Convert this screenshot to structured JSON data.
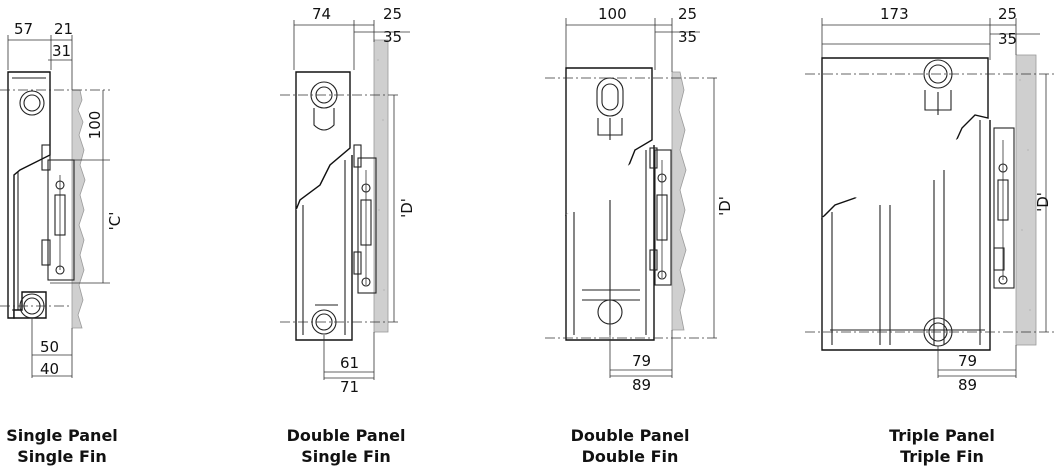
{
  "diagrams": [
    {
      "caption_line1": "Single Panel",
      "caption_line2": "Single Fin",
      "dims": {
        "top_a": "57",
        "top_b": "21",
        "top_c": "31",
        "side": "100",
        "side_c": "'C'",
        "bottom_a": "50",
        "bottom_b": "40"
      }
    },
    {
      "caption_line1": "Double Panel",
      "caption_line2": "Single Fin",
      "dims": {
        "top_a": "74",
        "top_b": "25",
        "top_c": "35",
        "side_d": "'D'",
        "bottom_a": "61",
        "bottom_b": "71"
      }
    },
    {
      "caption_line1": "Double Panel",
      "caption_line2": "Double Fin",
      "dims": {
        "top_a": "100",
        "top_b": "25",
        "top_c": "35",
        "side_d": "'D'",
        "bottom_a": "79",
        "bottom_b": "89"
      }
    },
    {
      "caption_line1": "Triple Panel",
      "caption_line2": "Triple Fin",
      "dims": {
        "top_a": "173",
        "top_b": "25",
        "top_c": "35",
        "side_d": "'D'",
        "bottom_a": "79",
        "bottom_b": "89"
      }
    }
  ]
}
